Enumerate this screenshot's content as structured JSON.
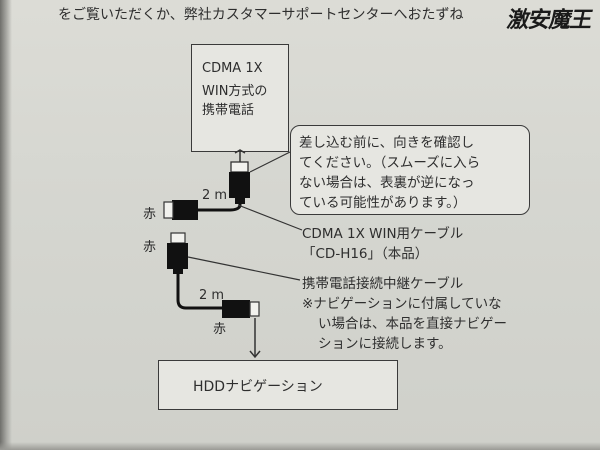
{
  "top_text": "をご覧いただくか、弊社カスタマーサポートセンターへおたずね",
  "watermark": "激安魔王",
  "phone_box": {
    "line1": "CDMA 1X",
    "line2": "WIN方式の",
    "line3": "携帯電話"
  },
  "warning_box": {
    "line1": "差し込む前に、向きを確認し",
    "line2": "てください。（スムーズに入ら",
    "line3": "ない場合は、表裏が逆になっ",
    "line4": "ている可能性があります。）"
  },
  "cable_labels": {
    "length_1": "2 m",
    "length_2": "2 m",
    "red_1": "赤",
    "red_2": "赤",
    "red_3": "赤"
  },
  "cable_1_caption": {
    "line1": "CDMA 1X WIN用ケーブル",
    "line2": "「CD-H16」（本品）"
  },
  "cable_2_caption": {
    "line1": "携帯電話接続中継ケーブル",
    "line2": "※ナビゲーションに付属していな",
    "line3": "い場合は、本品を直接ナビゲー",
    "line4": "ションに接続します。"
  },
  "hdd_box": {
    "label": "HDDナビゲーション"
  }
}
